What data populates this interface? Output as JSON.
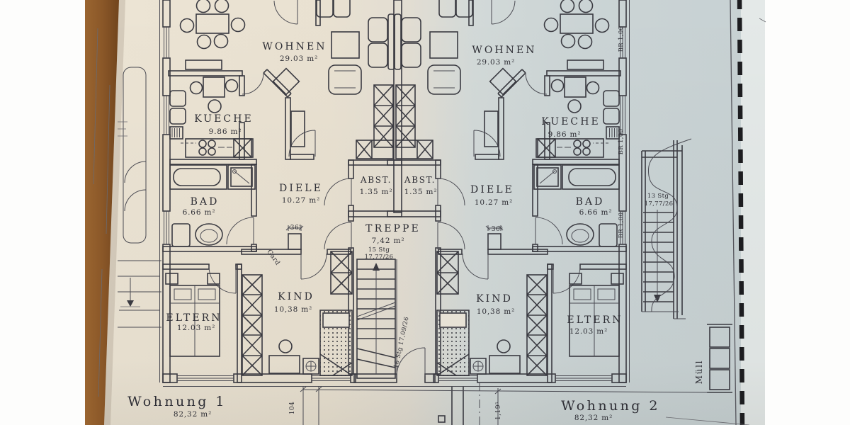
{
  "photo": {
    "description": "floor plan drawing photographed on wooden table",
    "wood_color": "#8a5728",
    "paper_left_tint": "#ebe3d3",
    "paper_right_tint": "#c9d3d5",
    "ink_color": "#3a3a41",
    "boundary_dash_color": "#1d1d20"
  },
  "rooms": {
    "wohnen": {
      "name": "WOHNEN",
      "area": "29.03 m²"
    },
    "kueche": {
      "name": "KUECHE",
      "area": "9.86 m²"
    },
    "bad": {
      "name": "BAD",
      "area": "6.66 m²"
    },
    "diele": {
      "name": "DIELE",
      "area": "10.27 m²"
    },
    "abst": {
      "name": "ABST.",
      "area": "1.35 m²"
    },
    "treppe": {
      "name": "TREPPE",
      "area": "7,42 m²"
    },
    "kind": {
      "name": "KIND",
      "area": "10,38 m²"
    },
    "eltern": {
      "name": "ELTERN",
      "area": "12.03 m²"
    }
  },
  "apartments": {
    "wohnung1": {
      "name": "Wohnung 1",
      "area": "82,32 m²"
    },
    "wohnung2": {
      "name": "Wohnung 2",
      "area": "82,32 m²"
    }
  },
  "annotations": {
    "stair_center_upper_line1": "15 Stg",
    "stair_center_upper_line2": "17,77/26",
    "stair_center_run": "16 Stg  17,09/26",
    "stair_right_line1": "13 Stg",
    "stair_right_line2": "17,77/26",
    "window_sill_height": "BR 1,00",
    "niche_width": "36⁵",
    "dim_104": "104",
    "dim_1195": "1,19⁵",
    "garderobe": "Gard",
    "trash": "Müll"
  }
}
